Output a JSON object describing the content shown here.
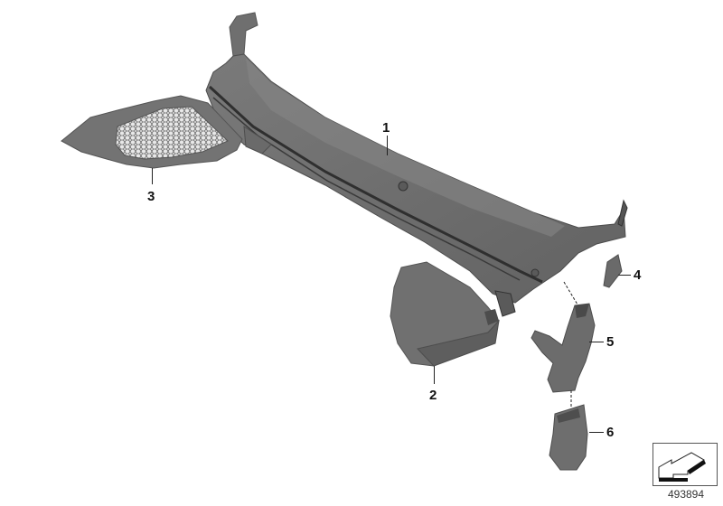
{
  "diagram": {
    "type": "exploded-parts-diagram",
    "background": "#ffffff",
    "part_color": "#6e6e6e",
    "part_shadow_color": "#4a4a4a",
    "part_highlight_color": "#8c8c8c",
    "callouts": [
      {
        "number": "1",
        "part": "cowl-panel-cover"
      },
      {
        "number": "2",
        "part": "side-cover-panel"
      },
      {
        "number": "3",
        "part": "grille-cover-with-mesh"
      },
      {
        "number": "4",
        "part": "small-bracket"
      },
      {
        "number": "5",
        "part": "water-drain-duct"
      },
      {
        "number": "6",
        "part": "drain-duct-extension"
      }
    ],
    "navigation_icon": "arrow-down-left-icon",
    "diagram_id": "493894"
  }
}
